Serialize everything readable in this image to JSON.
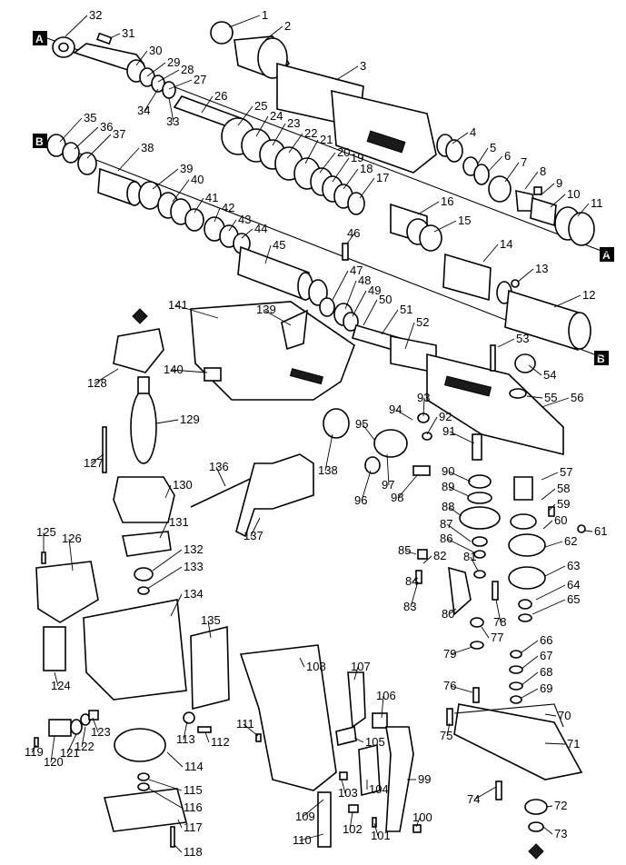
{
  "diagram": {
    "reference_marks": [
      "A",
      "B"
    ],
    "part_labels": [
      "1",
      "2",
      "3",
      "4",
      "5",
      "6",
      "7",
      "8",
      "9",
      "10",
      "11",
      "12",
      "13",
      "14",
      "15",
      "16",
      "17",
      "18",
      "19",
      "20",
      "21",
      "22",
      "23",
      "24",
      "25",
      "26",
      "27",
      "28",
      "29",
      "30",
      "31",
      "32",
      "33",
      "34",
      "35",
      "36",
      "37",
      "38",
      "39",
      "40",
      "41",
      "42",
      "43",
      "44",
      "45",
      "46",
      "47",
      "48",
      "49",
      "50",
      "51",
      "52",
      "53",
      "54",
      "55",
      "56",
      "57",
      "58",
      "59",
      "60",
      "61",
      "62",
      "63",
      "64",
      "65",
      "66",
      "67",
      "68",
      "69",
      "70",
      "71",
      "72",
      "73",
      "74",
      "75",
      "76",
      "77",
      "78",
      "79",
      "80",
      "81",
      "82",
      "83",
      "84",
      "85",
      "86",
      "87",
      "88",
      "89",
      "90",
      "91",
      "92",
      "93",
      "94",
      "95",
      "96",
      "97",
      "98",
      "99",
      "100",
      "101",
      "102",
      "103",
      "104",
      "105",
      "106",
      "107",
      "108",
      "109",
      "110",
      "111",
      "112",
      "113",
      "114",
      "115",
      "116",
      "117",
      "118",
      "119",
      "120",
      "121",
      "122",
      "123",
      "124",
      "125",
      "126",
      "127",
      "128",
      "129",
      "130",
      "131",
      "132",
      "133",
      "134",
      "135",
      "136",
      "137",
      "138",
      "139",
      "140",
      "141"
    ]
  }
}
